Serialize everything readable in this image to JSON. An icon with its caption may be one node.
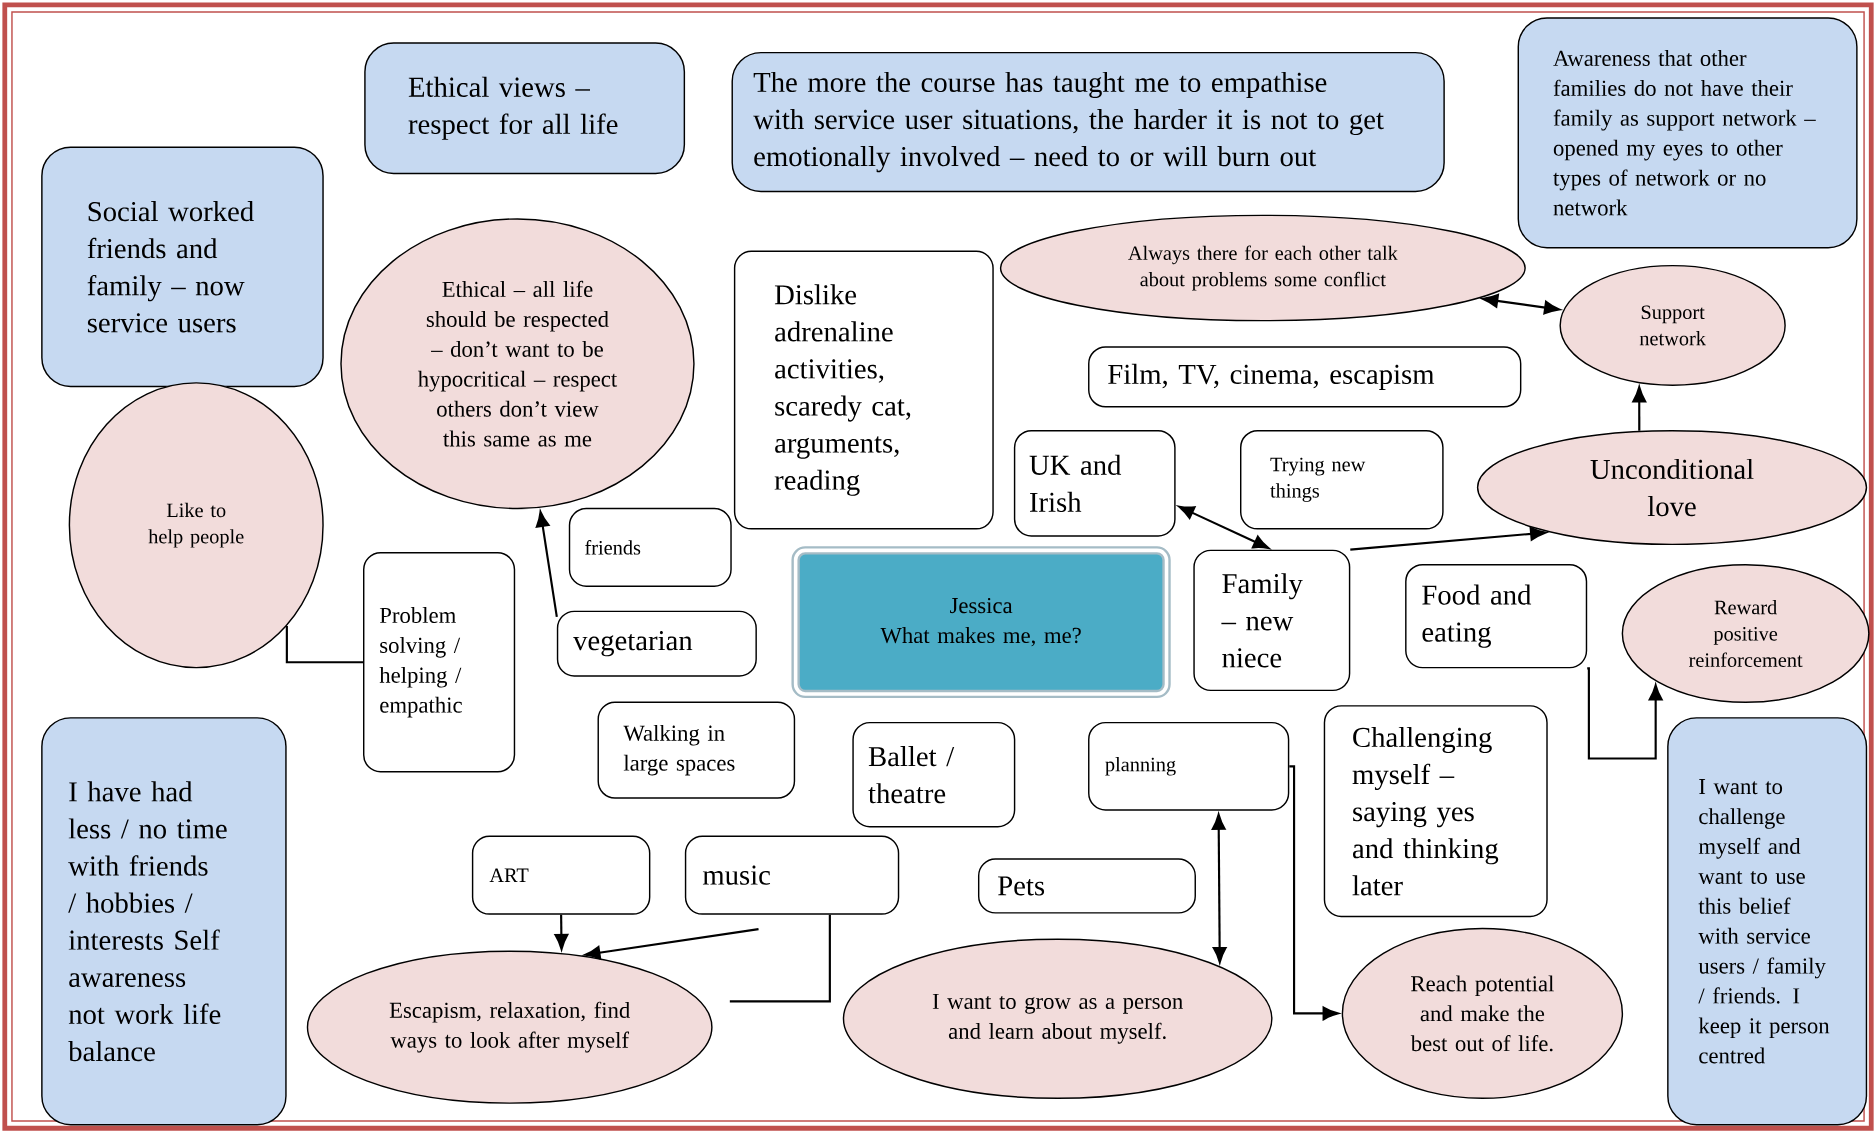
{
  "diagram": {
    "nodes": [
      {
        "text": [
          "Ethical views – respect for all life"
        ]
      },
      {
        "text": [
          "The more the course has taught me to empathise with service user situations, the harder it is not to get emotionally involved – need to or will burn out"
        ]
      },
      {
        "text": [
          "Awareness that other families do not have their family as support network – opened my eyes to other types of network or no network"
        ]
      },
      {
        "text": [
          "Social worked friends and family – now service users"
        ]
      },
      {
        "text": [
          "Ethical – all life should be respected – don’t want to be hypocritical – respect others don’t view this same as me"
        ]
      },
      {
        "text": [
          "Dislike adrenaline activities, scaredy cat, arguments, reading"
        ]
      },
      {
        "text": [
          "Always there for each other talk about problems some conflict"
        ]
      },
      {
        "text": [
          "Support network"
        ]
      },
      {
        "text": [
          "Film, TV, cinema, escapism"
        ]
      },
      {
        "text": [
          "Like to help people"
        ]
      },
      {
        "text": [
          "UK and Irish"
        ]
      },
      {
        "text": [
          "Trying new things"
        ]
      },
      {
        "text": [
          "Unconditional love"
        ]
      },
      {
        "text": [
          "friends"
        ]
      },
      {
        "text": [
          "Problem solving / helping / empathic"
        ]
      },
      {
        "text": [
          "vegetarian"
        ]
      },
      {
        "text": [
          "Jessica",
          "What makes me, me?"
        ]
      },
      {
        "text": [
          "Family – new niece"
        ]
      },
      {
        "text": [
          "Food and eating"
        ]
      },
      {
        "text": [
          "Reward positive reinforcement"
        ]
      },
      {
        "text": [
          "I have had less / no time with friends / hobbies / interests Self awareness not work life balance"
        ]
      },
      {
        "text": [
          "Walking in large spaces"
        ]
      },
      {
        "text": [
          "Ballet / theatre"
        ]
      },
      {
        "text": [
          "planning"
        ]
      },
      {
        "text": [
          "Challenging myself – saying yes and thinking later"
        ]
      },
      {
        "text": [
          "I want to challenge myself and want to use this belief with service users / family / friends. I keep it person centred"
        ]
      },
      {
        "text": [
          "ART"
        ]
      },
      {
        "text": [
          "music"
        ]
      },
      {
        "text": [
          "Pets"
        ]
      },
      {
        "text": [
          "Escapism, relaxation, find ways to look after myself"
        ]
      },
      {
        "text": [
          "I want to grow as a person and learn about myself."
        ]
      },
      {
        "text": [
          "Reach potential and make the best out of life."
        ]
      }
    ],
    "edges": [
      {
        "from": 15,
        "to": 4,
        "arrow": "to"
      },
      {
        "from": 9,
        "to": 14,
        "arrow": "none"
      },
      {
        "from": 6,
        "to": 7,
        "arrow": "both"
      },
      {
        "from": 10,
        "to": 17,
        "arrow": "both"
      },
      {
        "from": 17,
        "to": 12,
        "arrow": "to"
      },
      {
        "from": 12,
        "to": 7,
        "arrow": "to"
      },
      {
        "from": 18,
        "to": 19,
        "arrow": "to"
      },
      {
        "from": 26,
        "to": 29,
        "arrow": "to"
      },
      {
        "from": 27,
        "to": 29,
        "arrow": "to"
      },
      {
        "from": 27,
        "to": 29,
        "arrow": "none"
      },
      {
        "from": 23,
        "to": 30,
        "arrow": "both"
      },
      {
        "from": 23,
        "to": 31,
        "arrow": "to"
      }
    ]
  }
}
